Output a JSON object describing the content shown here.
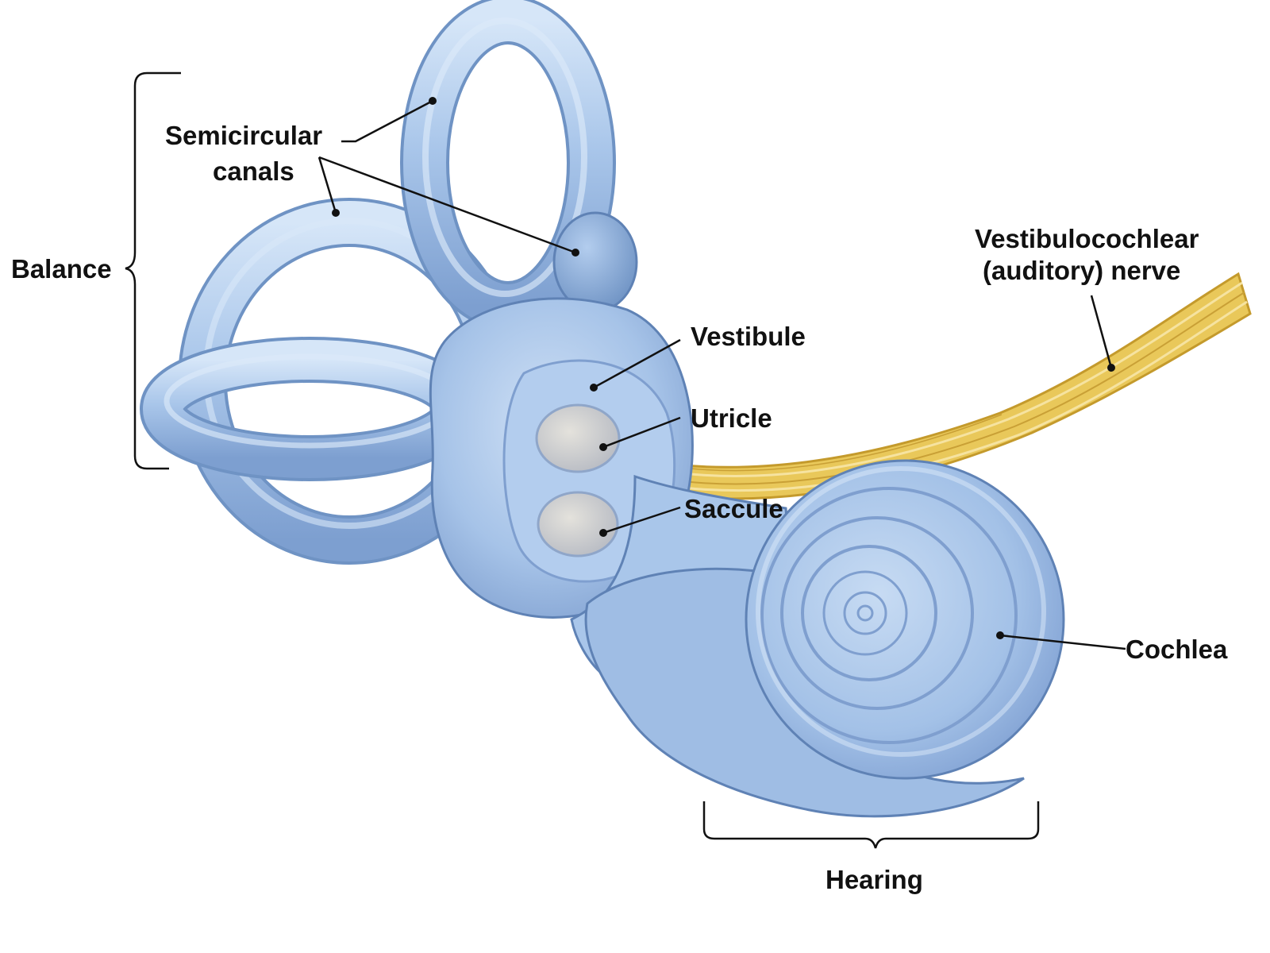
{
  "colors": {
    "tissue": "#a9c6ea",
    "tissue_light": "#d4e4f6",
    "tissue_dark": "#6f93c4",
    "outline": "#5f82b5",
    "nerve": "#e9c85a",
    "nerve_dark": "#c49a2c",
    "macula": "#c9c8c8",
    "ink": "#111111"
  },
  "labels": {
    "balance": "Balance",
    "semicircular_line1": "Semicircular",
    "semicircular_line2": "canals",
    "vestibule": "Vestibule",
    "utricle": "Utricle",
    "saccule": "Saccule",
    "nerve_line1": "Vestibulocochlear",
    "nerve_line2": "(auditory) nerve",
    "cochlea": "Cochlea",
    "hearing": "Hearing"
  }
}
